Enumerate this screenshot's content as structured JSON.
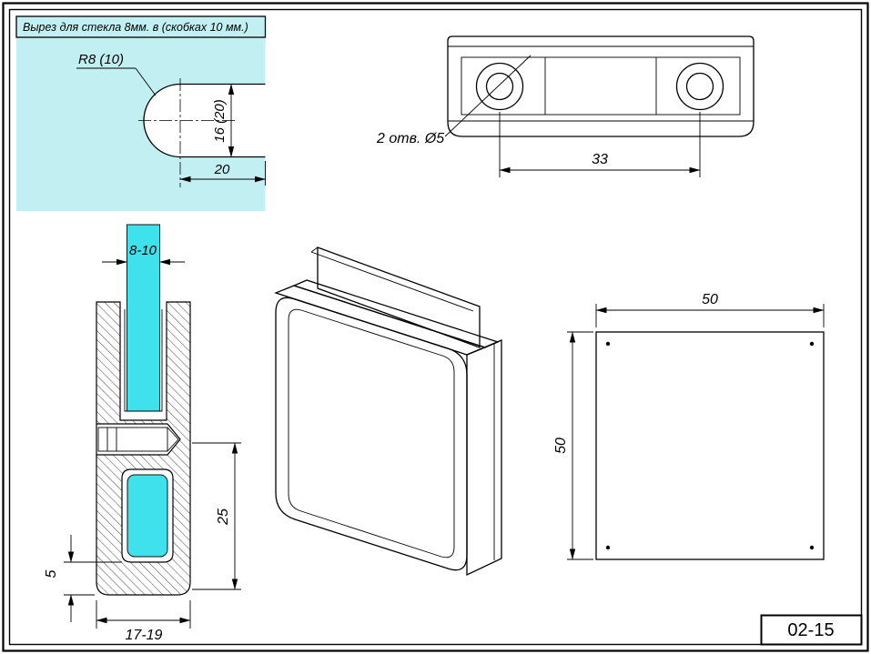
{
  "colors": {
    "glass_light": "#c2f0f2",
    "glass_bright": "#3fe2ec"
  },
  "cutout_view": {
    "note": "Вырез для стекла 8мм. в (скобках 10 мм.)",
    "radius": "R8 (10)",
    "height": "16 (20)",
    "depth": "20"
  },
  "top_view": {
    "holes": "2 отв. Ø5",
    "spacing": "33"
  },
  "section_view": {
    "glass_thickness": "8-10",
    "insert_depth": "25",
    "bottom_thickness": "5",
    "body_width": "17-19"
  },
  "front_view": {
    "width": "50",
    "height": "50"
  },
  "title_block": {
    "code": "02-15"
  }
}
